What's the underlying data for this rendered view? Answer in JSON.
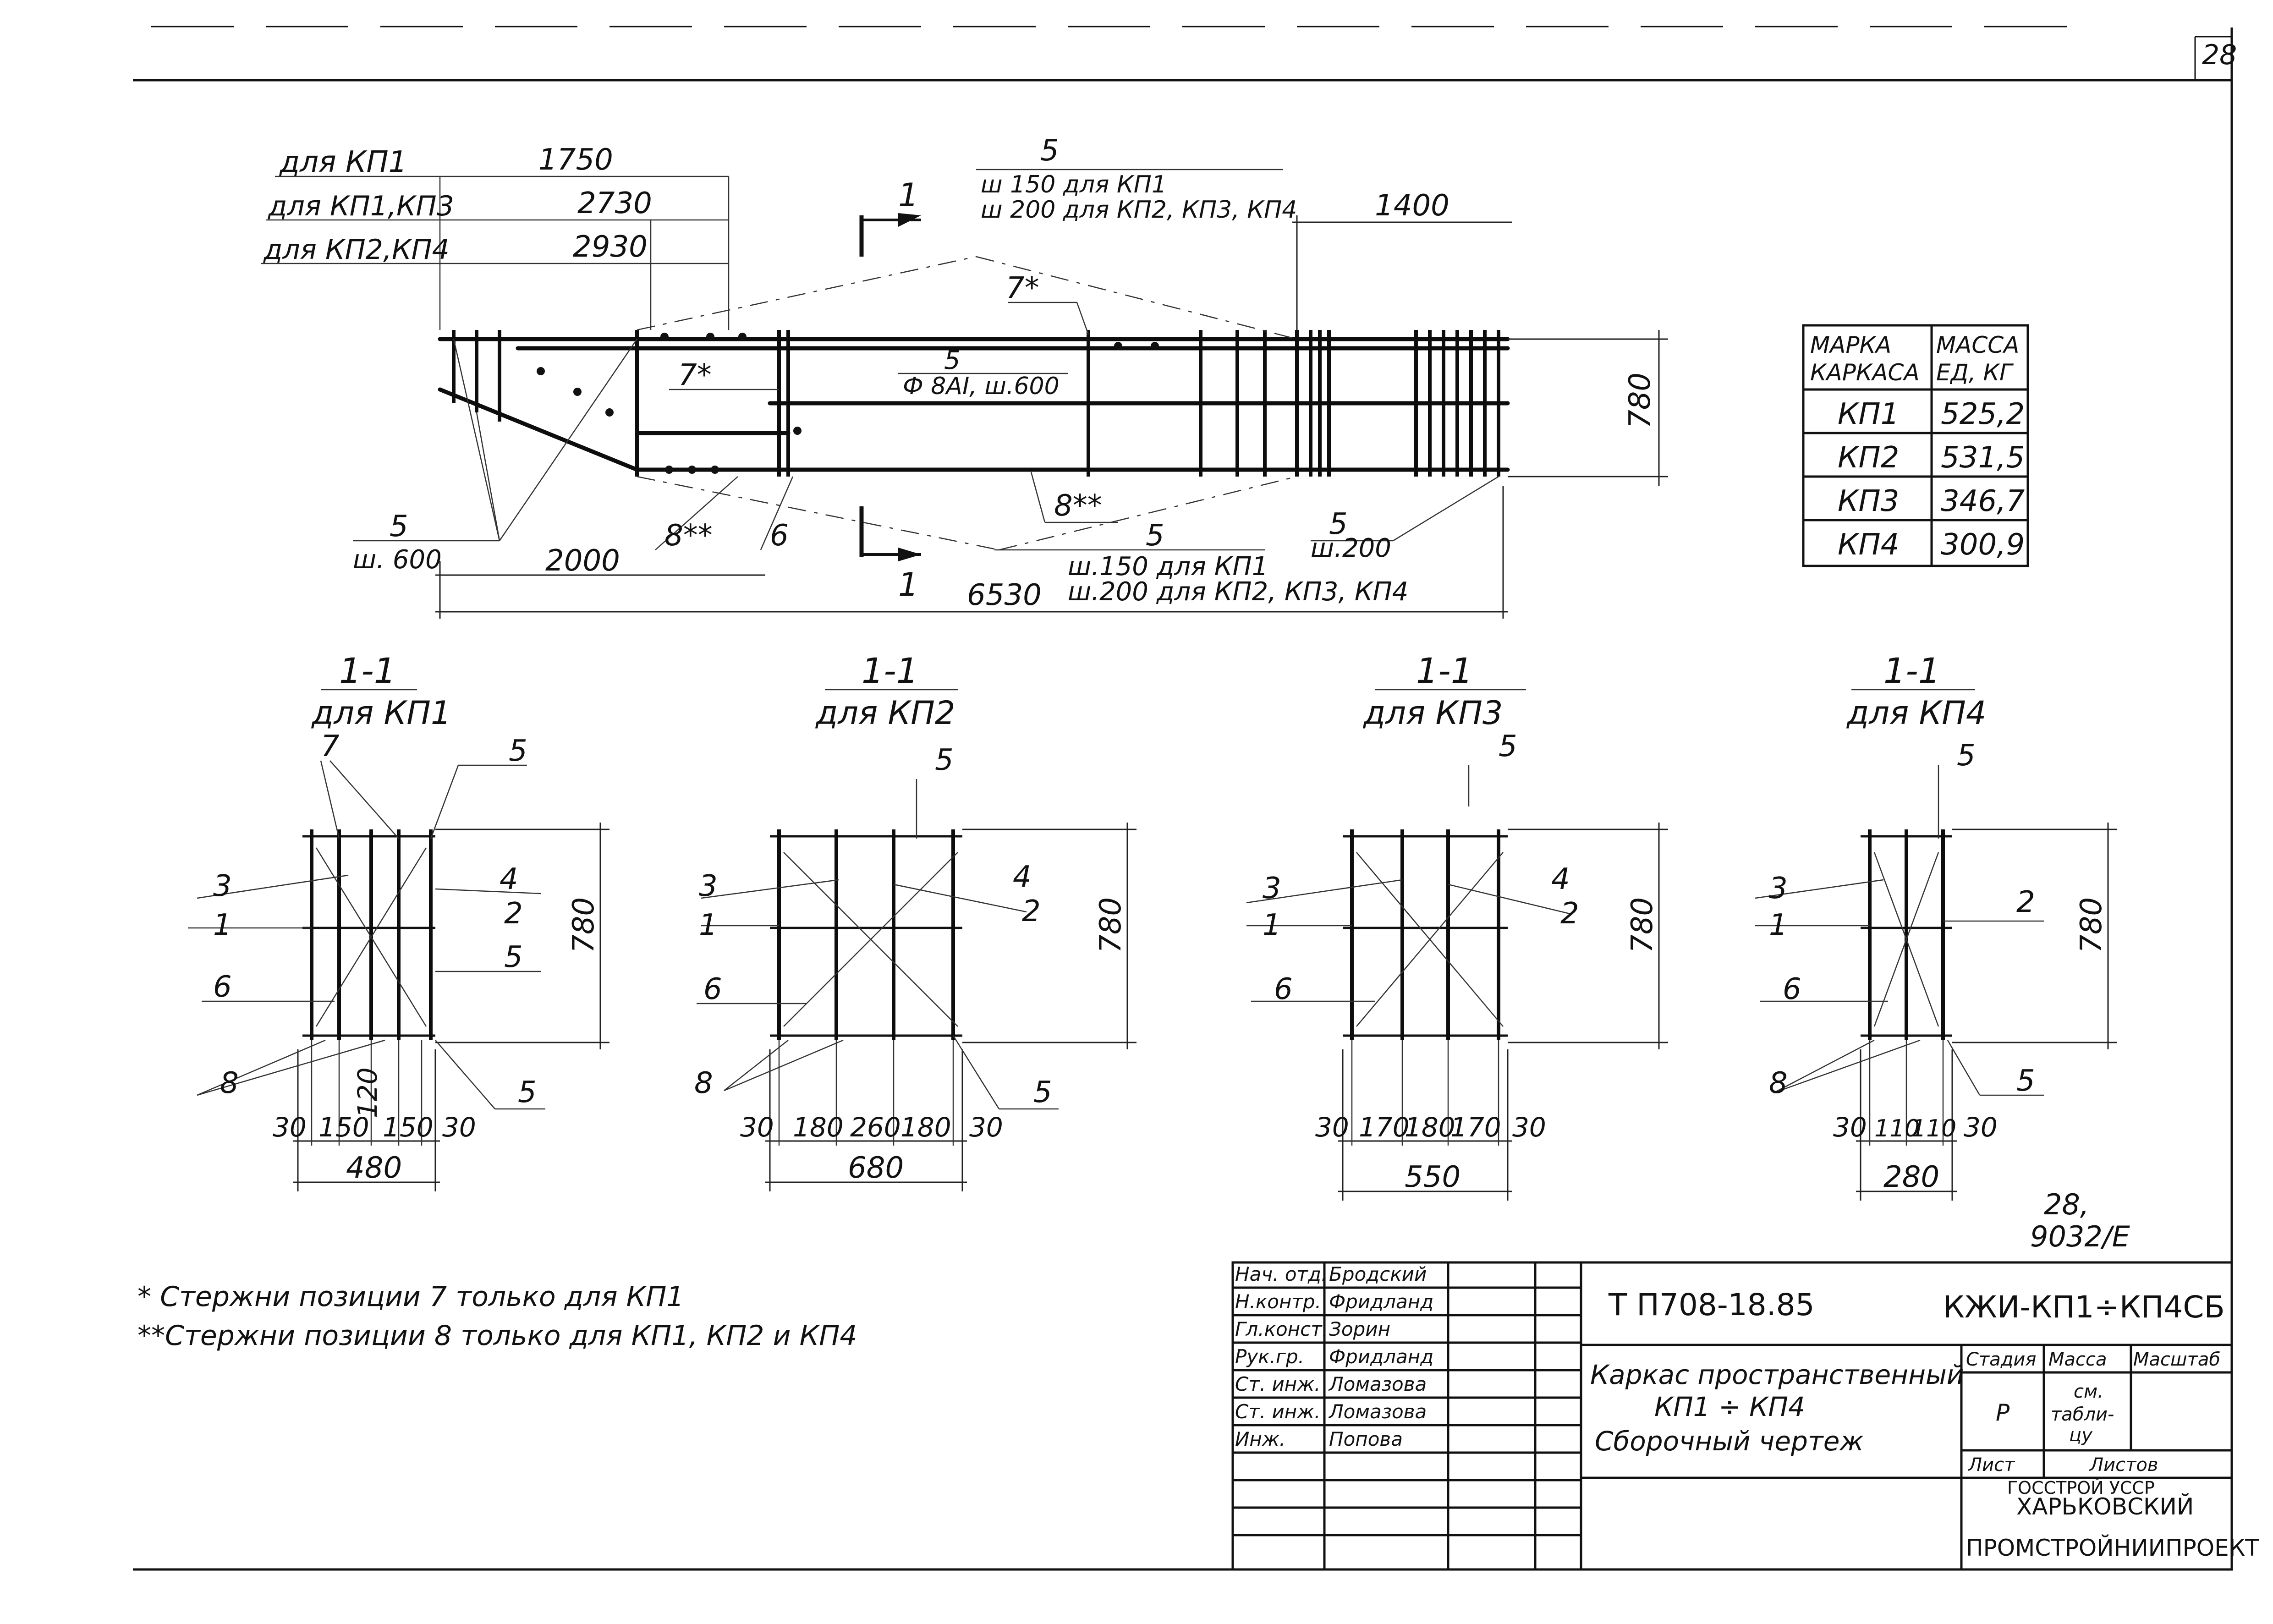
{
  "sheet_number": "28",
  "elevation": {
    "label_kp1": "для КП1",
    "label_kp1_kp3": "для КП1,КП3",
    "label_kp2_kp4": "для КП2,КП4",
    "dim_1750": "1750",
    "dim_2730": "2730",
    "dim_2930": "2930",
    "top_note_pos": "5",
    "top_note_1": "ш 150 для КП1",
    "top_note_2": "ш 200 для КП2, КП3, КП4",
    "dim_1400": "1400",
    "height_780": "780",
    "pos_7a": "7*",
    "pos_7b": "7*",
    "center_pos": "5",
    "center_rod": "Ф 8АI, ш.600",
    "left_pos": "5",
    "left_step": "ш. 600",
    "pos_8a": "8**",
    "pos_8b": "8**",
    "pos_6": "6",
    "bottom_pos": "5",
    "bottom_note_1": "ш.150 для КП1",
    "bottom_note_2": "ш.200 для КП2, КП3, КП4",
    "right_pos": "5",
    "right_step": "ш.200",
    "dim_2000": "2000",
    "dim_6530": "6530",
    "section_mark_top": "1",
    "section_mark_bottom": "1"
  },
  "mass_table": {
    "header_col1_l1": "МАРКА",
    "header_col1_l2": "КАРКАСА",
    "header_col2_l1": "МАССА",
    "header_col2_l2": "ЕД, КГ",
    "rows": [
      {
        "mark": "КП1",
        "mass": "525,2"
      },
      {
        "mark": "КП2",
        "mass": "531,5"
      },
      {
        "mark": "КП3",
        "mass": "346,7"
      },
      {
        "mark": "КП4",
        "mass": "300,9"
      }
    ]
  },
  "sections": [
    {
      "title": "1-1",
      "subtitle": "для КП1",
      "height": "780",
      "width": "480",
      "dims": [
        "30",
        "150",
        "120",
        "150",
        "30"
      ],
      "labels": {
        "p7": "7",
        "p5a": "5",
        "p3": "3",
        "p1": "1",
        "p4": "4",
        "p2": "2",
        "p5b": "5",
        "p6": "6",
        "p8": "8",
        "p5c": "5"
      }
    },
    {
      "title": "1-1",
      "subtitle": "для КП2",
      "height": "780",
      "width": "680",
      "dims": [
        "30",
        "180",
        "260",
        "180",
        "30"
      ],
      "labels": {
        "p5a": "5",
        "p3": "3",
        "p1": "1",
        "p4": "4",
        "p2": "2",
        "p6": "6",
        "p8": "8",
        "p5c": "5"
      }
    },
    {
      "title": "1-1",
      "subtitle": "для КП3",
      "height": "780",
      "width": "550",
      "dims": [
        "30",
        "170",
        "180",
        "170",
        "30"
      ],
      "labels": {
        "p5a": "5",
        "p3": "3",
        "p1": "1",
        "p4": "4",
        "p2": "2",
        "p6": "6"
      }
    },
    {
      "title": "1-1",
      "subtitle": "для КП4",
      "height": "780",
      "width": "280",
      "dims": [
        "30",
        "110",
        "110",
        "30"
      ],
      "labels": {
        "p5a": "5",
        "p3": "3",
        "p1": "1",
        "p2": "2",
        "p6": "6",
        "p8": "8",
        "p5c": "5"
      }
    }
  ],
  "stamp_number": "28,",
  "stamp_number_2": "9032/Е",
  "notes": [
    "* Стержни позиции 7 только для КП1",
    "**Стержни позиции 8 только для КП1, КП2 и КП4"
  ],
  "title_block": {
    "roles": [
      "Нач. отд.",
      "Н.контр.",
      "Гл.конст.",
      "Рук.гр.",
      "Ст. инж.",
      "Ст. инж.",
      "Инж."
    ],
    "names": [
      "Бродский",
      "Фридланд",
      "Зорин",
      "Фридланд",
      "Ломазова",
      "Ломазова",
      "Попова"
    ],
    "project_code": "Т П708-18.85",
    "drawing_code": "КЖИ-КП1÷КП4СБ",
    "title_line1": "Каркас пространственный",
    "title_line2": "КП1 ÷ КП4",
    "title_line3": "Сборочный чертеж",
    "stage_label": "Стадия",
    "mass_label": "Масса",
    "scale_label": "Масштаб",
    "stage_value": "Р",
    "mass_value_1": "см.",
    "mass_value_2": "табли-",
    "mass_value_3": "цу",
    "sheet_label": "Лист",
    "sheets_label": "Листов",
    "org_line1": "ГОССТРОЙ УССР",
    "org_line2": "ХАРЬКОВСКИЙ",
    "org_line3": "ПРОМСТРОЙНИИПРОЕКТ"
  }
}
